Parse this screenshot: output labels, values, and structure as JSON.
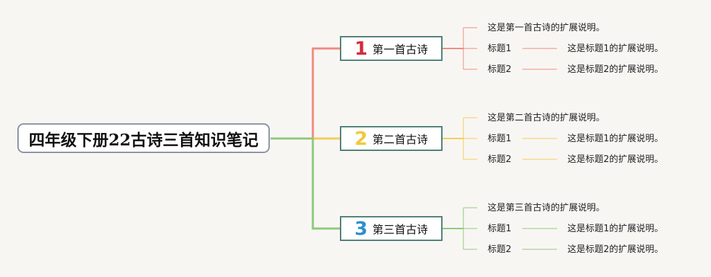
{
  "root": {
    "title": "四年级下册22古诗三首知识笔记"
  },
  "branches": [
    {
      "number": "1",
      "title": "第一首古诗",
      "color": "#f08a7e",
      "number_color": "#d42c3a",
      "description": "这是第一首古诗的扩展说明。",
      "subtopics": [
        {
          "label": "标题1",
          "detail": "这是标题1的扩展说明。"
        },
        {
          "label": "标题2",
          "detail": "这是标题2的扩展说明。"
        }
      ]
    },
    {
      "number": "2",
      "title": "第二首古诗",
      "color": "#f2cc59",
      "number_color": "#f0c93c",
      "description": "这是第二首古诗的扩展说明。",
      "subtopics": [
        {
          "label": "标题1",
          "detail": "这是标题1的扩展说明。"
        },
        {
          "label": "标题2",
          "detail": "这是标题2的扩展说明。"
        }
      ]
    },
    {
      "number": "3",
      "title": "第三首古诗",
      "color": "#8cc97a",
      "number_color": "#2c8fd0",
      "description": "这是第三首古诗的扩展说明。",
      "subtopics": [
        {
          "label": "标题1",
          "detail": "这是标题1的扩展说明。"
        },
        {
          "label": "标题2",
          "detail": "这是标题2的扩展说明。"
        }
      ]
    }
  ]
}
